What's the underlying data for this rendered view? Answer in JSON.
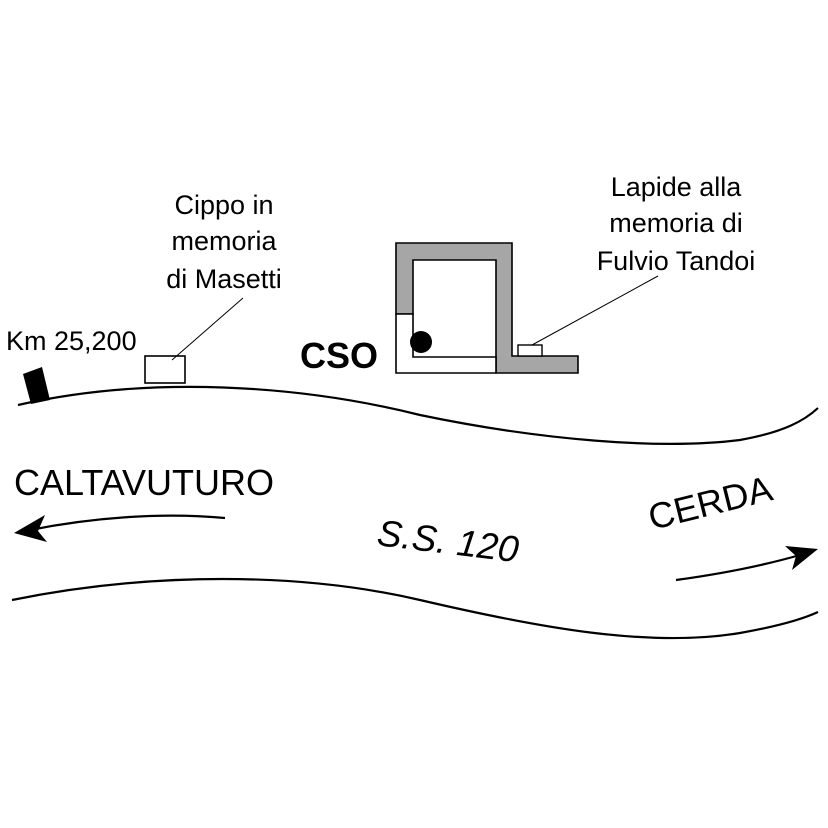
{
  "map": {
    "km_label": "Km 25,200",
    "cippo_label": [
      "Cippo in",
      "memoria",
      "di Masetti"
    ],
    "lapide_label": [
      "Lapide alla",
      "memoria di",
      "Fulvio Tandoi"
    ],
    "cso_label": "CSO",
    "road_label": "S.S. 120",
    "west_destination": "CALTAVUTURO",
    "east_destination": "CERDA",
    "colors": {
      "line": "#000000",
      "building_fill": "#a6a6a6",
      "background": "#ffffff"
    },
    "icons": [
      "km-marker-icon",
      "cippo-marker-icon",
      "lapide-marker-icon",
      "cso-dot-icon",
      "arrow-west-icon",
      "arrow-east-icon"
    ]
  }
}
